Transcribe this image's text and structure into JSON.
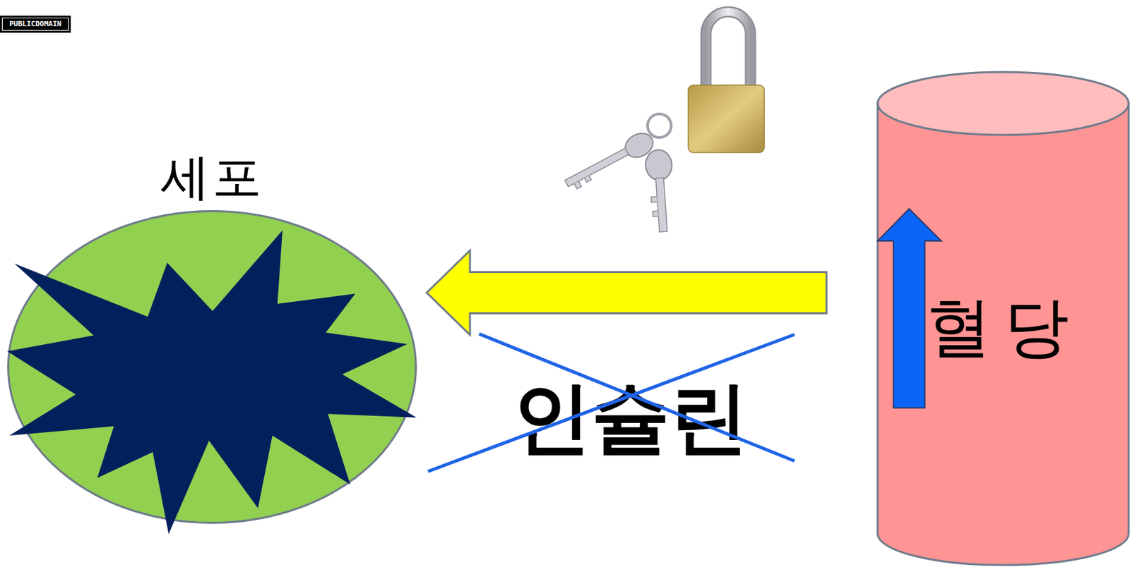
{
  "diagram": {
    "nodes": [
      {
        "text": [
          "세포"
        ]
      },
      {
        "text": [
          "혈당"
        ]
      }
    ],
    "edges": [
      {
        "from": 1,
        "to": 0,
        "arrow": "to",
        "label": "인슐린"
      }
    ],
    "labels": [
      "PUBLICDOMAIN"
    ]
  }
}
